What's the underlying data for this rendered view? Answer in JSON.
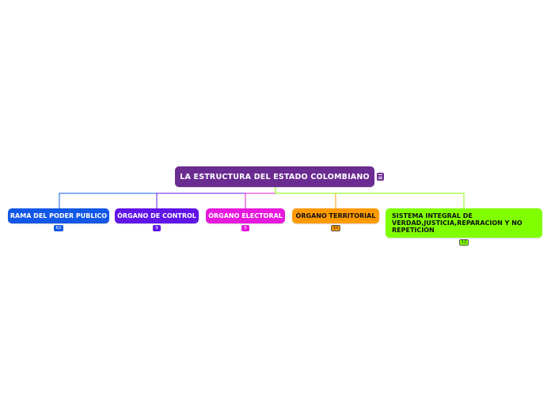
{
  "root": {
    "label": "LA ESTRUCTURA DEL ESTADO COLOMBIANO",
    "color": "#6a2c91"
  },
  "root_note_icon": "note-lines-icon",
  "branches": [
    {
      "label": "RAMA DEL PODER PUBLICO",
      "count": "62",
      "color": "#1357e6"
    },
    {
      "label": "ÓRGANO DE CONTROL",
      "count": "9",
      "color": "#6014e8"
    },
    {
      "label": "ÓRGANO ELECTORAL",
      "count": "5",
      "color": "#e619dd"
    },
    {
      "label": "ÓRGANO TERRITORIAL",
      "count": "10",
      "color": "#ff9a00"
    },
    {
      "label": "SISTEMA INTEGRAL DE VERDAD,JUSTICIA,REPARACION Y NO REPETICION",
      "count": "12",
      "color": "#80ff00"
    }
  ]
}
